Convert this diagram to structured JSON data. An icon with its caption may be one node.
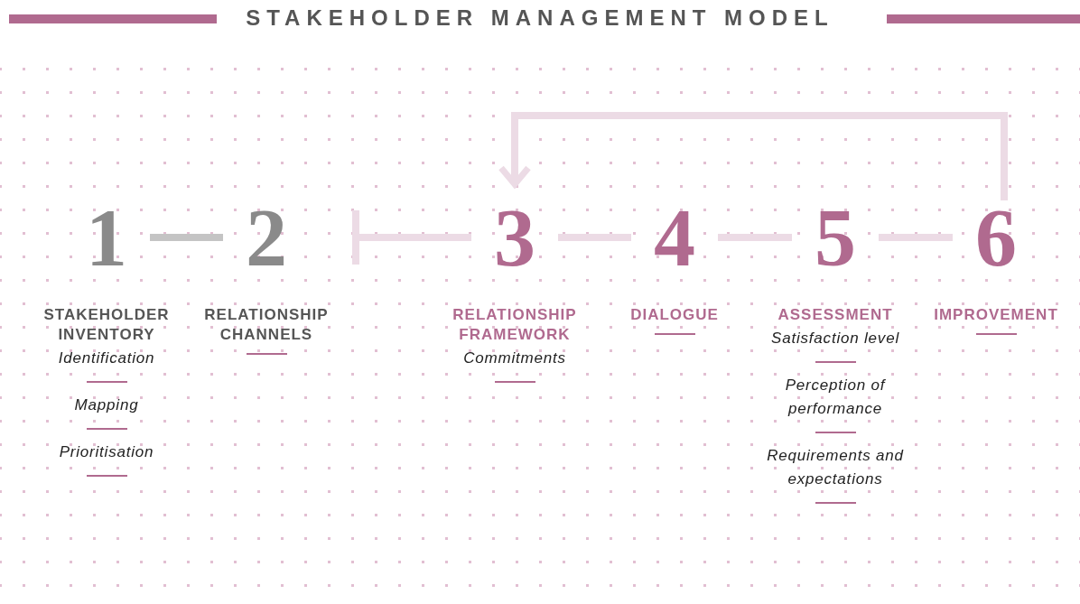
{
  "diagram": {
    "title": "STAKEHOLDER MANAGEMENT MODEL",
    "nodes": [
      {
        "text": [
          "1"
        ],
        "beside": [
          "STAKEHOLDER INVENTORY",
          "Identification",
          "Mapping",
          "Prioritisation"
        ]
      },
      {
        "text": [
          "2"
        ],
        "beside": [
          "RELATIONSHIP CHANNELS"
        ]
      },
      {
        "text": [
          "3"
        ],
        "beside": [
          "RELATIONSHIP FRAMEWORK",
          "Commitments"
        ]
      },
      {
        "text": [
          "4"
        ],
        "beside": [
          "DIALOGUE"
        ]
      },
      {
        "text": [
          "5"
        ],
        "beside": [
          "ASSESSMENT",
          "Satisfaction level",
          "Perception of performance",
          "Requirements and expectations"
        ]
      },
      {
        "text": [
          "6"
        ],
        "beside": [
          "IMPROVEMENT"
        ]
      }
    ],
    "edges": [
      {
        "from": 0,
        "to": 1,
        "arrow": "none",
        "color": "#c4c4c4"
      },
      {
        "from": null,
        "to": 2,
        "arrow": "other"
      },
      {
        "from": 2,
        "to": 3,
        "arrow": "none"
      },
      {
        "from": 3,
        "to": 4,
        "arrow": "none"
      },
      {
        "from": 4,
        "to": 5,
        "arrow": "none"
      },
      {
        "from": 5,
        "to": 2,
        "arrow": "to"
      }
    ]
  }
}
